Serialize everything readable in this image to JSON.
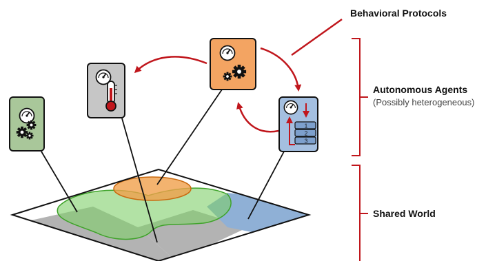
{
  "labels": {
    "behavioral_protocols": "Behavioral Protocols",
    "autonomous_agents": "Autonomous Agents",
    "autonomous_agents_sub": "(Possibly heterogeneous)",
    "shared_world": "Shared World"
  },
  "agents": [
    {
      "name": "agent-green",
      "color": "#a9c79a",
      "icons": [
        "gauge-icon",
        "gears-icon"
      ]
    },
    {
      "name": "agent-grey",
      "color": "#c6c6c6",
      "icons": [
        "gauge-icon",
        "thermometer-icon"
      ]
    },
    {
      "name": "agent-orange",
      "color": "#f3a462",
      "icons": [
        "gauge-icon",
        "gears-icon"
      ]
    },
    {
      "name": "agent-blue",
      "color": "#a4bfe0",
      "icons": [
        "gauge-icon",
        "memory-stack-icon"
      ]
    }
  ],
  "memory_slots": [
    "1",
    "2",
    "3"
  ],
  "colors": {
    "arrow": "#c0161c",
    "bracket": "#c0161c",
    "world_grey": "#b3b3b3",
    "world_blue": "#8fb0d6",
    "region_green": "#7fcf69",
    "region_orange": "#f0a04b"
  }
}
